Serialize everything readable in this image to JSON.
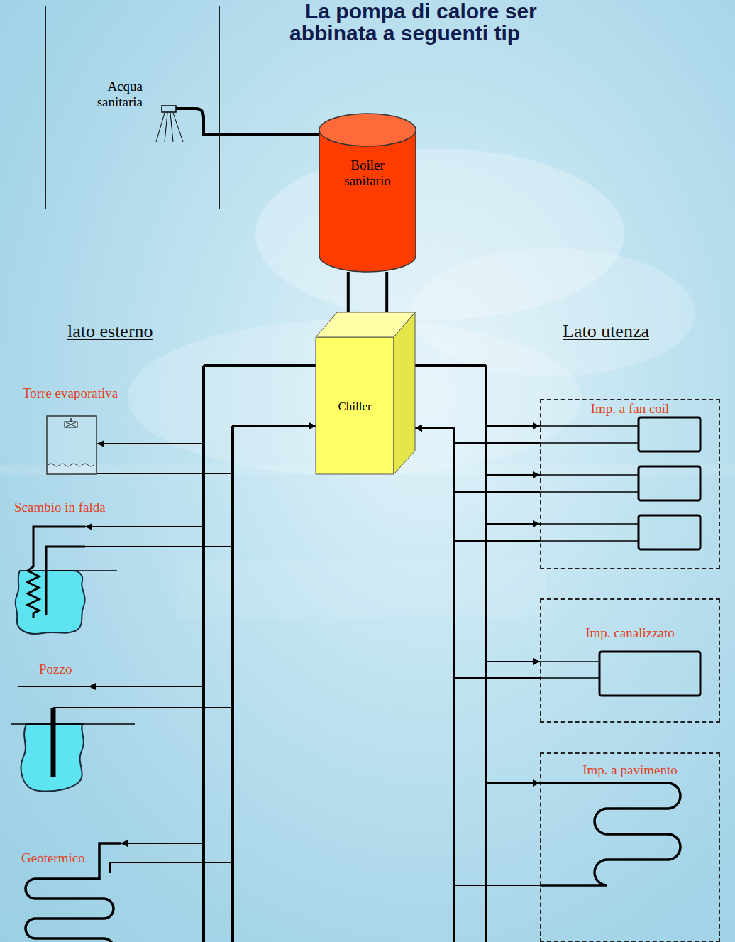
{
  "diagram": {
    "title": "La pompa di calore ser abbinata a seguenti tip",
    "nodes": [
      {
        "text": [
          "Acqua sanitaria"
        ]
      },
      {
        "text": [
          "Boiler sanitario"
        ]
      },
      {
        "text": [
          "Chiller"
        ]
      },
      {
        "text": [
          "Torre evaporativa"
        ]
      },
      {
        "text": [
          "Scambio in falda"
        ]
      },
      {
        "text": [
          "Pozzo"
        ]
      },
      {
        "text": [
          "Geotermico"
        ]
      },
      {
        "text": [
          "Imp. a fan coil"
        ]
      },
      {
        "text": [
          "Imp. canalizzato"
        ]
      },
      {
        "text": [
          "Imp. a pavimento"
        ]
      }
    ],
    "edges": [
      {
        "from": 0,
        "to": 1,
        "arrow": "none"
      },
      {
        "from": 1,
        "to": 2,
        "arrow": "none"
      },
      {
        "from": 2,
        "to": 3,
        "arrow": "to"
      },
      {
        "from": 3,
        "to": 2,
        "arrow": "to"
      },
      {
        "from": 2,
        "to": 4,
        "arrow": "to"
      },
      {
        "from": 4,
        "to": 2,
        "arrow": "to"
      },
      {
        "from": 2,
        "to": 5,
        "arrow": "to"
      },
      {
        "from": 5,
        "to": 2,
        "arrow": "to"
      },
      {
        "from": 2,
        "to": 6,
        "arrow": "to"
      },
      {
        "from": 6,
        "to": 2,
        "arrow": "to"
      },
      {
        "from": 2,
        "to": 7,
        "arrow": "to"
      },
      {
        "from": 7,
        "to": 2,
        "arrow": "to"
      },
      {
        "from": 2,
        "to": 7,
        "arrow": "to"
      },
      {
        "from": 7,
        "to": 2,
        "arrow": "to"
      },
      {
        "from": 2,
        "to": 7,
        "arrow": "to"
      },
      {
        "from": 7,
        "to": 2,
        "arrow": "to"
      },
      {
        "from": 2,
        "to": 8,
        "arrow": "to"
      },
      {
        "from": 8,
        "to": 2,
        "arrow": "to"
      },
      {
        "from": 2,
        "to": 9,
        "arrow": "to"
      },
      {
        "from": 9,
        "to": 2,
        "arrow": "to"
      }
    ],
    "labels": [
      "lato esterno",
      "Lato utenza"
    ]
  }
}
